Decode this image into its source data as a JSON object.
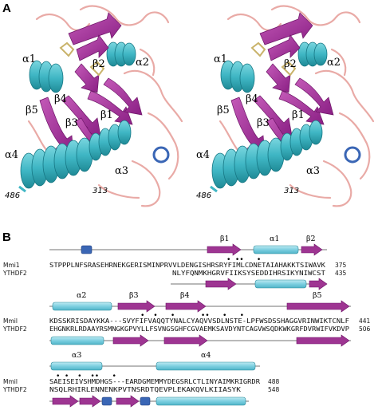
{
  "panel_a": {
    "label": "A",
    "structure_labels": [
      "α1",
      "α2",
      "β2",
      "β4",
      "β5",
      "β3",
      "β1",
      "α4",
      "α3"
    ],
    "residue_start": "486",
    "residue_end": "313"
  },
  "panel_b": {
    "label": "B",
    "blocks": [
      {
        "top_ss": [
          "β1",
          "α1",
          "β2"
        ],
        "dots": "• ••   •",
        "rows": [
          {
            "name": "Mmi1",
            "seq": "STPPPLNFSRASEHRNEKGERISMINPRVVLDENGISHRSRYFIMLCDNETAIAHAKKTSIWAVK",
            "end": "375"
          },
          {
            "name": "YTHDF2",
            "seq": "NLYFQNMKHGRVFIIKSYSEDDIHRSIKYNIWCST",
            "end": "435"
          }
        ]
      },
      {
        "top_ss": [
          "α2",
          "β3",
          "β4",
          "β5"
        ],
        "dots": "•  •   •      ••   •   •",
        "rows": [
          {
            "name": "Mmil",
            "seq": "KDSSKRISDAYKKA---SVYFIFVAQQTYNALCYAQVVSDLNSTE-LPFWSDSSHAGGVRINWIKTCNLF",
            "end": "441"
          },
          {
            "name": "YTHDF2",
            "seq": "EHGNKRLRDAAYRSMNGKGPVYLLFSVNGSGHFCGVAEMKSAVDYNTCAGVWSQDKWKGRFDVRWIFVKDVP",
            "end": "506"
          }
        ]
      },
      {
        "top_ss": [
          "α3",
          "α4"
        ],
        "dots": "• •  •  ••   •",
        "rows": [
          {
            "name": "Mmil",
            "seq": "SAEISEIVSHMDHGS---EARDGMEMMYDEGSRLCTLINYAIMKRIGRDR",
            "end": "488"
          },
          {
            "name": "YTHDF2",
            "seq": "NSQLRHIRLENNENKPVTNSRDTQEVPLEKAKQVLKIIASYK",
            "end": "548"
          }
        ]
      }
    ]
  },
  "colors": {
    "helix": "#3fb6c4",
    "helix_block": "#8fd3e0",
    "strand": "#a0319a",
    "strand_block": "#9e3592",
    "loop": "#e9aaa6",
    "extra_helix": "#3a66b5"
  }
}
